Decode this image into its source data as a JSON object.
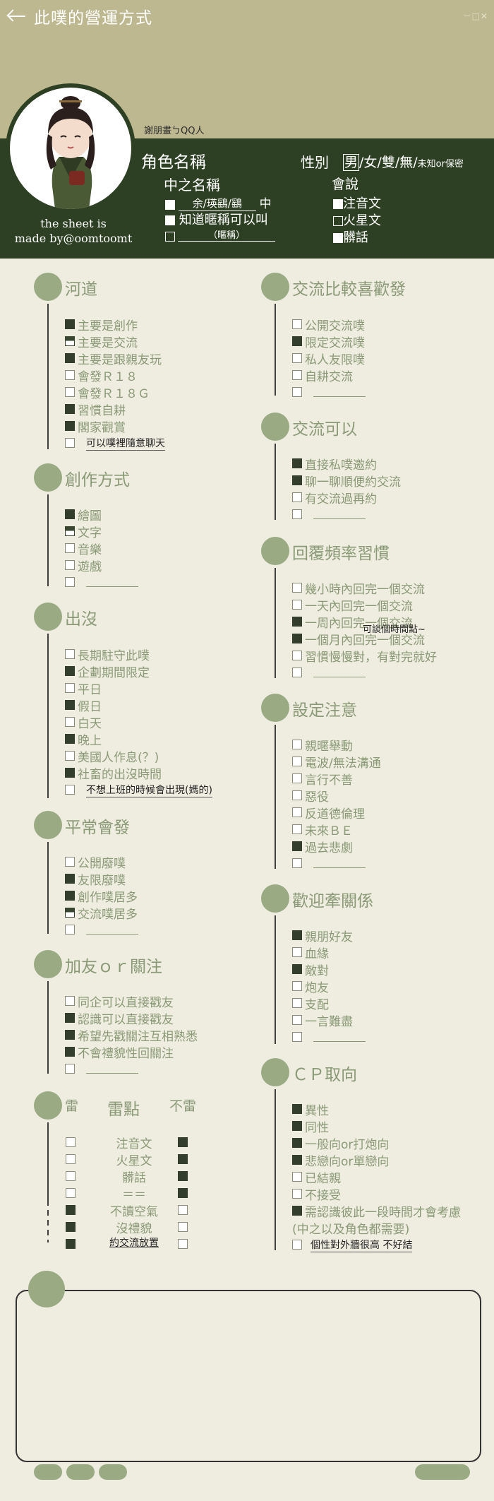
{
  "header": {
    "title": "此噗的營運方式",
    "window_controls": "－□✕",
    "friends_label": "謝朋畫ㄅQQ人"
  },
  "profile": {
    "credit_line1": "the sheet is",
    "credit_line2": "made by@oomtoomt",
    "char_name_label": "角色名稱",
    "chinese_name_label": "中之名稱",
    "name_option1": "余/瑛鷂/鷂",
    "name_option1_suffix": "中",
    "name_option2": "知道暱稱可以叫",
    "name_option3": "（暱稱）",
    "gender_label": "性別",
    "gender_selected": "男",
    "gender_rest": "/女/雙/無/",
    "gender_small": "未知or保密",
    "speak_label": "會說",
    "lang": [
      {
        "label": "注音文",
        "checked": true
      },
      {
        "label": "火星文",
        "checked": false
      },
      {
        "label": "髒話",
        "checked": true
      }
    ]
  },
  "sections": {
    "river": {
      "title": "河道",
      "items": [
        {
          "label": "主要是創作",
          "state": "on"
        },
        {
          "label": "主要是交流",
          "state": "half"
        },
        {
          "label": "主要是跟親友玩",
          "state": "on"
        },
        {
          "label": "會發Ｒ１８",
          "state": "off"
        },
        {
          "label": "會發Ｒ１８Ｇ",
          "state": "off"
        },
        {
          "label": "習慣自耕",
          "state": "on"
        },
        {
          "label": "閣家觀賞",
          "state": "on"
        }
      ],
      "note": "可以噗裡隨意聊天"
    },
    "create": {
      "title": "創作方式",
      "items": [
        {
          "label": "繪圖",
          "state": "on"
        },
        {
          "label": "文字",
          "state": "half"
        },
        {
          "label": "音樂",
          "state": "off"
        },
        {
          "label": "遊戲",
          "state": "off"
        }
      ]
    },
    "appear": {
      "title": "出沒",
      "items": [
        {
          "label": "長期駐守此噗",
          "state": "off"
        },
        {
          "label": "企劃期間限定",
          "state": "on"
        },
        {
          "label": "平日",
          "state": "off"
        },
        {
          "label": "假日",
          "state": "on"
        },
        {
          "label": "白天",
          "state": "off"
        },
        {
          "label": "晚上",
          "state": "on"
        },
        {
          "label": "美國人作息(？)",
          "state": "off"
        },
        {
          "label": "社畜的出沒時間",
          "state": "on"
        }
      ],
      "note": "不想上班的時候會出現(媽的)"
    },
    "usual": {
      "title": "平常會發",
      "items": [
        {
          "label": "公開廢噗",
          "state": "off"
        },
        {
          "label": "友限廢噗",
          "state": "on"
        },
        {
          "label": "創作噗居多",
          "state": "on"
        },
        {
          "label": "交流噗居多",
          "state": "half"
        }
      ]
    },
    "friend": {
      "title": "加友ｏｒ關注",
      "items": [
        {
          "label": "同企可以直接戳友",
          "state": "off"
        },
        {
          "label": "認識可以直接戳友",
          "state": "on"
        },
        {
          "label": "希望先戳關注互相熟悉",
          "state": "on"
        },
        {
          "label": "不會禮貌性回關注",
          "state": "on"
        }
      ]
    },
    "mines": {
      "title": "雷",
      "col_mid": "雷點",
      "col_right": "不雷",
      "rows": [
        {
          "label": "注音文",
          "left": false,
          "right": true
        },
        {
          "label": "火星文",
          "left": false,
          "right": true
        },
        {
          "label": "髒話",
          "left": false,
          "right": true
        },
        {
          "label": "＝＝",
          "left": false,
          "right": true
        },
        {
          "label": "不讀空氣",
          "left": true,
          "right": false
        },
        {
          "label": "沒禮貌",
          "left": true,
          "right": false
        },
        {
          "label": "約交流放置",
          "left": true,
          "right": false
        }
      ]
    },
    "exchange": {
      "title": "交流比較喜歡發",
      "items": [
        {
          "label": "公開交流噗",
          "state": "off"
        },
        {
          "label": "限定交流噗",
          "state": "on"
        },
        {
          "label": "私人友限噗",
          "state": "off"
        },
        {
          "label": "自耕交流",
          "state": "off"
        }
      ]
    },
    "can_exchange": {
      "title": "交流可以",
      "items": [
        {
          "label": "直接私噗邀約",
          "state": "on"
        },
        {
          "label": "聊一聊順便約交流",
          "state": "on"
        },
        {
          "label": "有交流過再約",
          "state": "off"
        }
      ]
    },
    "reply": {
      "title": "回覆頻率習慣",
      "items": [
        {
          "label": "幾小時內回完一個交流",
          "state": "off"
        },
        {
          "label": "一天內回完一個交流",
          "state": "off"
        },
        {
          "label": "一周內回完一個交流",
          "state": "on"
        },
        {
          "label": "一個月內回完一個交流",
          "state": "on"
        },
        {
          "label": "習慣慢慢對，有對完就好",
          "state": "off"
        }
      ],
      "overlay": "可談個時間點~"
    },
    "setting": {
      "title": "設定注意",
      "items": [
        {
          "label": "親暱舉動",
          "state": "off"
        },
        {
          "label": "電波/無法溝通",
          "state": "off"
        },
        {
          "label": "言行不善",
          "state": "off"
        },
        {
          "label": "惡役",
          "state": "off"
        },
        {
          "label": "反道德倫理",
          "state": "off"
        },
        {
          "label": "未來ＢＥ",
          "state": "off"
        },
        {
          "label": "過去悲劇",
          "state": "on"
        }
      ]
    },
    "welcome": {
      "title": "歡迎牽關係",
      "items": [
        {
          "label": "親朋好友",
          "state": "on"
        },
        {
          "label": "血緣",
          "state": "off"
        },
        {
          "label": "敵對",
          "state": "on"
        },
        {
          "label": "炮友",
          "state": "off"
        },
        {
          "label": "支配",
          "state": "off"
        },
        {
          "label": "一言難盡",
          "state": "off"
        }
      ]
    },
    "cp": {
      "title": "ＣＰ取向",
      "items": [
        {
          "label": "異性",
          "state": "on"
        },
        {
          "label": "同性",
          "state": "on"
        },
        {
          "label": "一般向or打炮向",
          "state": "on"
        },
        {
          "label": "悲戀向or單戀向",
          "state": "on"
        },
        {
          "label": "已結親",
          "state": "off"
        },
        {
          "label": "不接受",
          "state": "off"
        },
        {
          "label": "需認識彼此一段時間才會考慮",
          "state": "on"
        }
      ],
      "extra": "(中之以及角色都需要)",
      "note": "個性對外牆很高 不好結"
    }
  },
  "colors": {
    "accent": "#9aaa83",
    "band": "#2d4023",
    "header_bg": "#bdb88f",
    "page_bg": "#efece0",
    "text": "#8a9a76"
  }
}
